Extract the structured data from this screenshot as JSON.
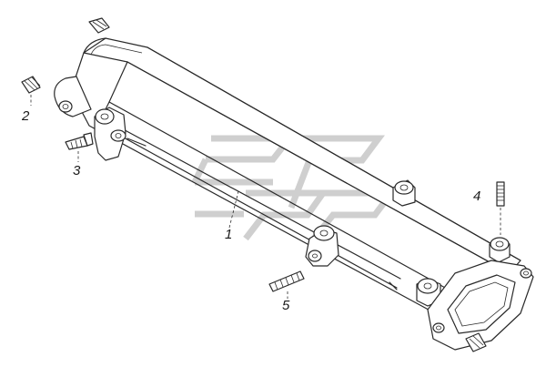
{
  "callouts": [
    {
      "id": "1",
      "label": "1"
    },
    {
      "id": "2",
      "label": "2"
    },
    {
      "id": "3",
      "label": "3"
    },
    {
      "id": "4",
      "label": "4"
    },
    {
      "id": "5",
      "label": "5"
    }
  ],
  "watermark": "logo-mark",
  "colors": {
    "line": "#2a2a2a",
    "watermark": "#cfcfcf",
    "background": "#ffffff"
  }
}
